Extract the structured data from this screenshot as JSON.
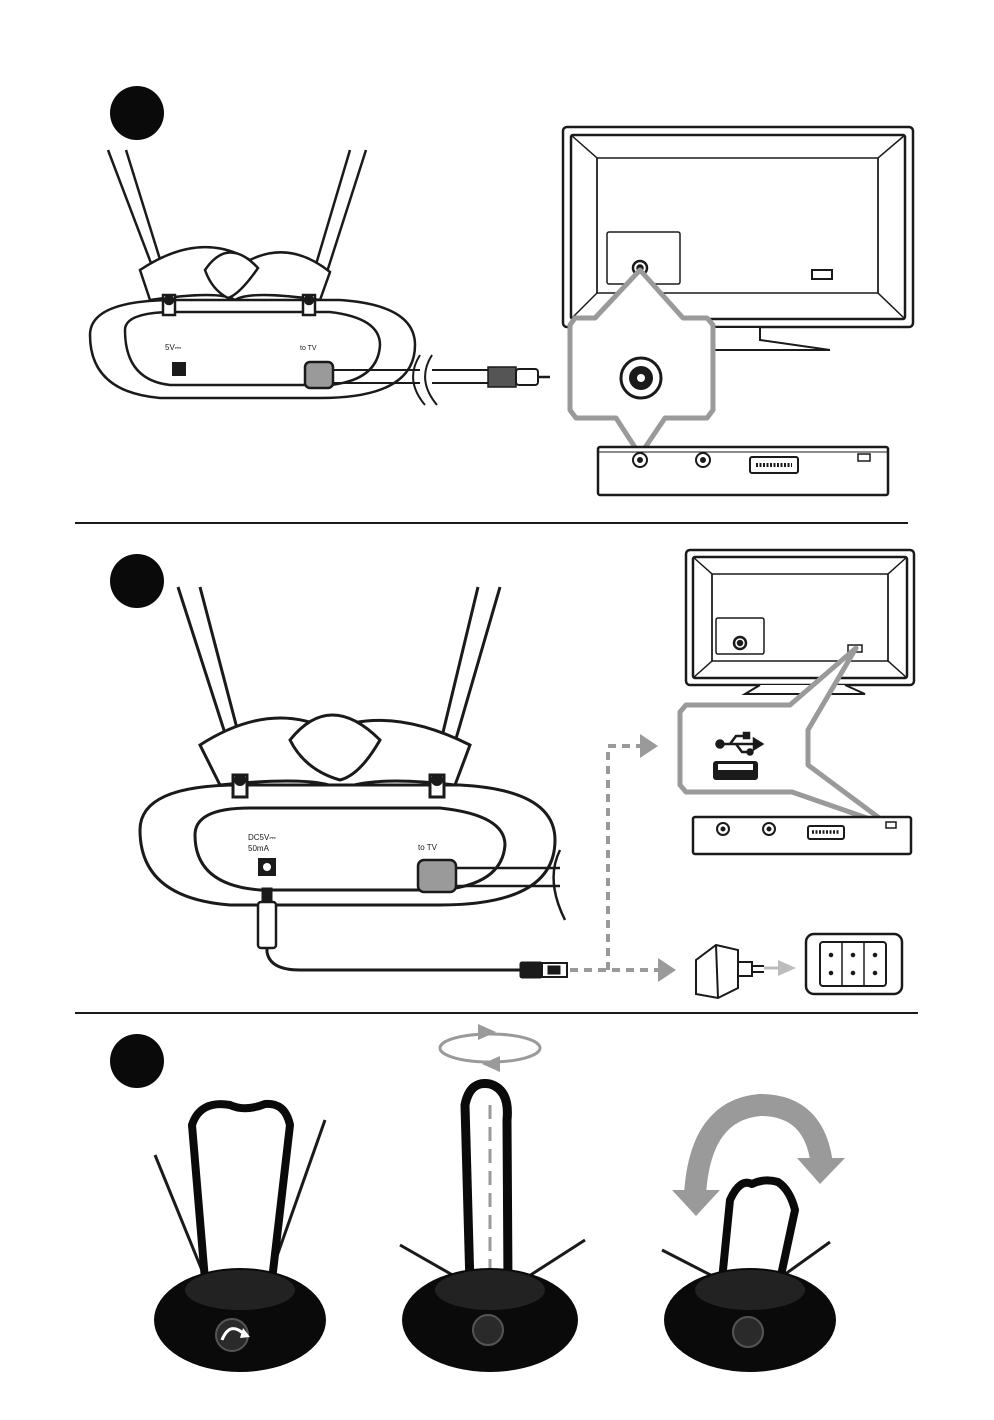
{
  "colors": {
    "ink": "#1a1a1a",
    "gray": "#8f8f8f",
    "light_gray": "#d2d2d2",
    "black": "#0a0a0a",
    "white": "#ffffff"
  },
  "steps": [
    {
      "id": "step-1",
      "labels": {
        "power_spec": "5V⎓",
        "port": "to TV"
      }
    },
    {
      "id": "step-2",
      "labels": {
        "power_spec": "DC5V⎓",
        "current": "50mA",
        "port": "to TV"
      }
    },
    {
      "id": "step-3",
      "labels": {}
    }
  ],
  "icons": {
    "step_marker": "black-circle-marker",
    "usb": "usb-icon",
    "arrow": "dashed-arrow-icon",
    "rotate": "rotate-arrows-icon"
  }
}
